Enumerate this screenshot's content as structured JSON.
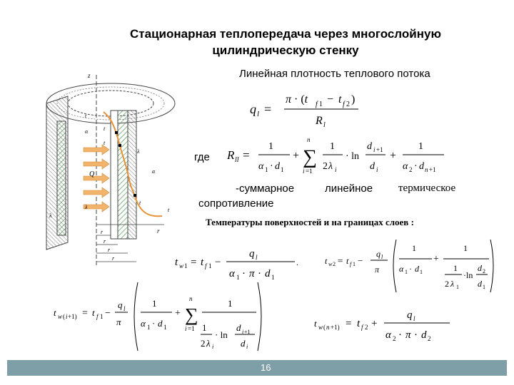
{
  "title_line1": "Стационарная теплопередача через многослойную",
  "title_line2": "цилиндрическую стенку",
  "subtitle": "Линейная плотность теплового потока",
  "where_label": "где",
  "desc_summary": "-суммарное",
  "desc_linear": "линейное",
  "desc_thermal": "термическое",
  "desc_resistance": "сопротивление",
  "temperatures_heading": "Температуры поверхностей и на границах слоев :",
  "page_number": "16",
  "diagram_labels": {
    "z": "z",
    "tw1": "t",
    "tw2": "t",
    "tw3": "t",
    "q": "Q",
    "r1": "r",
    "r2": "r",
    "r3": "r",
    "r4": "r",
    "lambda1": "λ",
    "lambda2": "λ",
    "lambda3": "λ",
    "alpha1": "α",
    "alpha2": "α",
    "tf1": "t",
    "tf2": "t",
    "rho": "r"
  },
  "colors": {
    "footer": "#7f9fa8",
    "arrow": "#f2b36b",
    "curve": "#e89236",
    "hatch": "#3a8a3a"
  }
}
